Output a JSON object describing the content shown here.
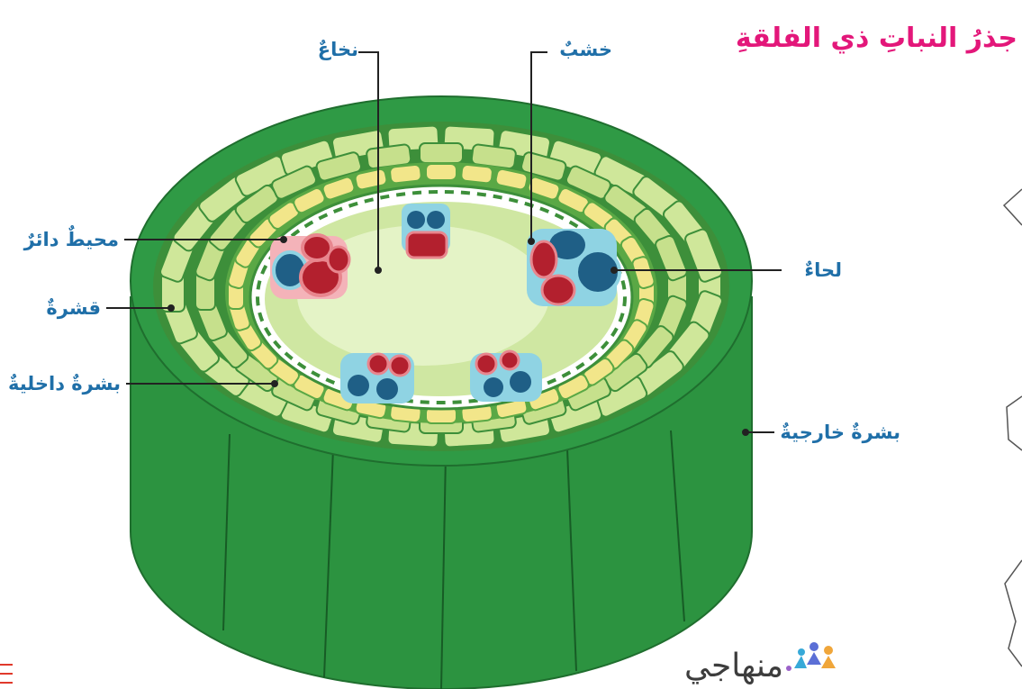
{
  "title": "جذرُ النباتِ ذي الفلقةِ",
  "labels": {
    "pith": "نخاعٌ",
    "xylem": "خشبٌ",
    "pericycle": "محيطٌ دائرٌ",
    "cortex": "قشرةٌ",
    "endodermis": "بشرةٌ داخليةٌ",
    "phloem": "لحاءٌ",
    "epidermis": "بشرةٌ خارجيةٌ"
  },
  "brand": {
    "name": "منهاجي",
    "icon": "people-logo-icon"
  },
  "colors": {
    "title": "#e3177a",
    "labels": "#1f6fa8",
    "outer_green": "#2f9a45",
    "cortex_cells": "#cfe79a",
    "endodermis_cells": "#f2e68a",
    "pith": "#d8eeb0",
    "xylem": "#1f5f86",
    "phloem": "#b3202e"
  }
}
